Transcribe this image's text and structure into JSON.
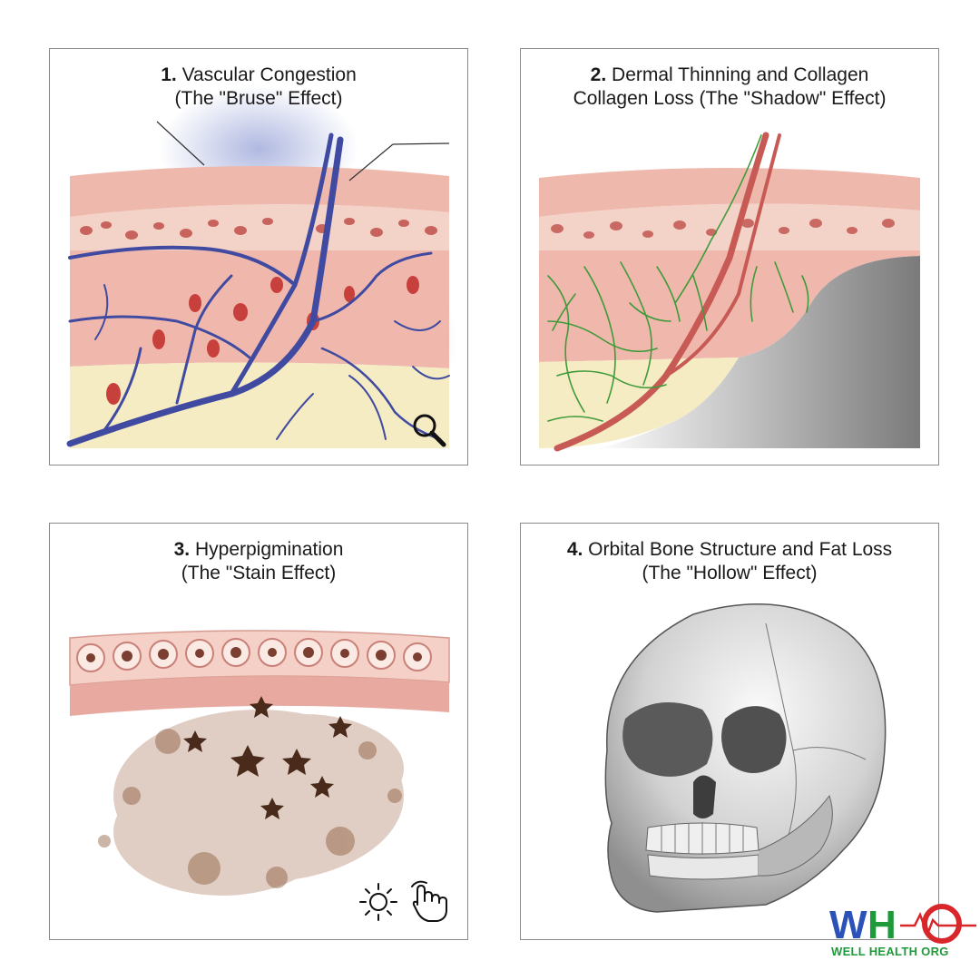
{
  "panels": [
    {
      "number": "1.",
      "title": "Vascular Congestion",
      "subtitle": "(The \"Bruse\" Effect)"
    },
    {
      "number": "2.",
      "title": "Dermal Thinning and Collagen",
      "subtitle": "Collagen Loss (The \"Shadow\" Effect)"
    },
    {
      "number": "3.",
      "title": "Hyperpigmination",
      "subtitle": "(The \"Stain Effect)"
    },
    {
      "number": "4.",
      "title": "Orbital Bone Structure and Fat Loss",
      "subtitle": "(The \"Hollow\" Effect)"
    }
  ],
  "logo": {
    "mark": "WHO",
    "tagline": "WELL HEALTH ORG"
  },
  "icons": [
    "magnifier-icon",
    "sun-icon",
    "hand-touch-icon"
  ],
  "colors": {
    "skin": "#e8a9a0",
    "vein": "#3f4aa0",
    "collagen": "#3f9a3a",
    "fat": "#f3e7b9",
    "pigment": "#8a5a3a",
    "bone": "#c9c9c9",
    "logo_blue": "#2a52b8",
    "logo_red": "#d8262a",
    "logo_green": "#1f9a3a"
  }
}
